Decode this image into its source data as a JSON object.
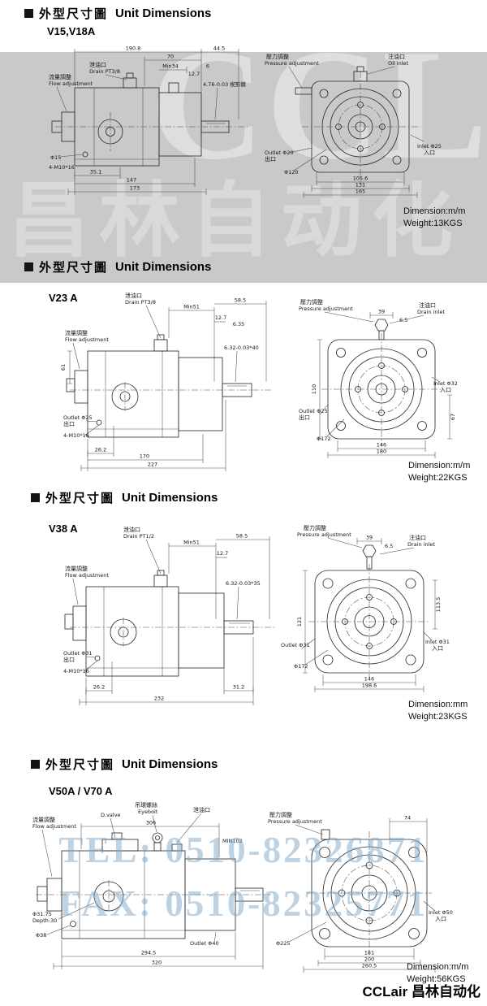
{
  "watermarks": {
    "brand_top": "CCLair",
    "logo_cn": "昌林自动化",
    "tel": "TEL: 0510-82326871",
    "fax": "FAX: 0510-82325771"
  },
  "footer": {
    "brand": "CCLair 昌林自动化"
  },
  "sections": [
    {
      "heading_cn": "外型尺寸圖",
      "heading_en": "Unit Dimensions",
      "model": "V15,V18A",
      "dimension_note": "Dimension:m/m",
      "weight_note": "Weight:13KGS",
      "side": {
        "flow_cn": "流量調整",
        "flow_en": "Flow adjustment",
        "drain_cn": "泄油口",
        "drain_en": "Drain PT3/8",
        "key_note": "4.76-0.03 楔形鍵",
        "shaft_note": "Φ15",
        "bolt_note": "4-M10*16",
        "dims_top": [
          "190.8",
          "70",
          "44.5",
          "Min34",
          "12.7",
          "6"
        ],
        "dims_bottom": [
          "35.1",
          "147",
          "173"
        ]
      },
      "front": {
        "pressure_cn": "壓力調整",
        "pressure_en": "Pressure adjustment",
        "port_cn": "注油口",
        "port_en": "Oil inlet",
        "outlet_label": "Outlet Φ20",
        "outlet_cn": "出口",
        "pilot_note": "Φ120",
        "inlet_label": "Inlet Φ25",
        "inlet_cn": "入口",
        "dims_bottom": [
          "105.6",
          "131",
          "165"
        ]
      }
    },
    {
      "heading_cn": "外型尺寸圖",
      "heading_en": "Unit Dimensions",
      "model": "V23 A",
      "dimension_note": "Dimension:m/m",
      "weight_note": "Weight:22KGS",
      "side": {
        "flow_cn": "流量調整",
        "flow_en": "Flow adjustment",
        "drain_cn": "泄油口",
        "drain_en": "Drain PT3/8",
        "key_note": "6.32-0.03*40",
        "left_dim": "61",
        "outlet_label": "Outlet Φ25",
        "outlet_cn": "出口",
        "bolt_note": "4-M10*16",
        "dims_top": [
          "Min51",
          "58.5",
          "12.7",
          "6.35"
        ],
        "dims_bottom": [
          "26.2",
          "170",
          "227"
        ]
      },
      "front": {
        "pressure_cn": "壓力調整",
        "pressure_en": "Pressure adjustment",
        "port_cn": "注油口",
        "port_en": "Drain inlet",
        "left_dim": "110",
        "right_dim": "67",
        "outlet_label": "Outlet Φ25",
        "outlet_cn": "出口",
        "pilot_note": "Φ172",
        "inlet_label": "Inlet Φ32",
        "inlet_cn": "入口",
        "dims_top": [
          "39",
          "6.5"
        ],
        "dims_bottom": [
          "146",
          "180"
        ]
      }
    },
    {
      "heading_cn": "外型尺寸圖",
      "heading_en": "Unit Dimensions",
      "model": "V38 A",
      "dimension_note": "Dimension:mm",
      "weight_note": "Weight:23KGS",
      "side": {
        "flow_cn": "流量調整",
        "flow_en": "Flow adjustment",
        "drain_cn": "泄油口",
        "drain_en": "Drain PT1/2",
        "key_note": "6.32-0.03*35",
        "outlet_label": "Outlet Φ31",
        "outlet_cn": "出口",
        "bolt_note": "4-M10*16",
        "dims_top": [
          "Min51",
          "58.5",
          "12.7"
        ],
        "dims_bottom": [
          "26.2",
          "31.2",
          "232"
        ]
      },
      "front": {
        "pressure_cn": "壓力調整",
        "pressure_en": "Pressure adjustment",
        "port_cn": "注油口",
        "port_en": "Drain inlet",
        "left_dim": "121",
        "right_dim": "113.5",
        "outlet_label": "Outlet Φ31",
        "pilot_note": "Φ172",
        "inlet_label": "Inlet Φ31",
        "inlet_cn": "入口",
        "dims_top": [
          "39",
          "6.5"
        ],
        "dims_bottom": [
          "146",
          "198.6"
        ]
      }
    },
    {
      "heading_cn": "外型尺寸圖",
      "heading_en": "Unit Dimensions",
      "model": "V50A / V70 A",
      "dimension_note": "Dimension:m/m",
      "weight_note": "Weight:56KGS",
      "side": {
        "flow_cn": "流量調整",
        "flow_en": "Flow adjustment",
        "valve_label": "D.valve",
        "eyebolt_cn": "吊環螺絲",
        "eyebolt_en": "Eyebolt",
        "drain_cn": "泄油口",
        "min_note": "MIN102",
        "key_note_1": "Φ31.75",
        "key_note_2": "Depth:30",
        "shaft_note": "Φ38",
        "outlet_label": "Outlet Φ40",
        "dims_top": [
          "306"
        ],
        "dims_bottom": [
          "294.5",
          "320"
        ]
      },
      "front": {
        "pressure_cn": "壓力調整",
        "pressure_en": "Pressure adjustment",
        "pilot_note": "Φ225",
        "inlet_label": "Inlet Φ50",
        "inlet_cn": "入口",
        "dims_top": [
          "74"
        ],
        "dims_bottom": [
          "181",
          "200",
          "260.5"
        ]
      }
    }
  ]
}
